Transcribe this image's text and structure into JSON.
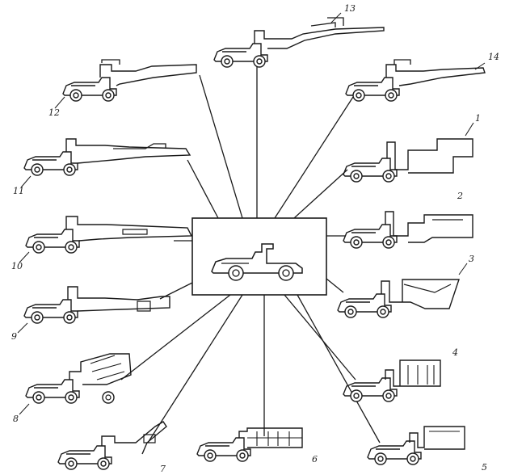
{
  "diagram": {
    "center": {
      "name": "base-carrier"
    },
    "machines": [
      {
        "id": "1",
        "label": "1",
        "attachment": "dump-body"
      },
      {
        "id": "2",
        "label": "2",
        "attachment": "platform-body"
      },
      {
        "id": "3",
        "label": "3",
        "attachment": "hopper-body"
      },
      {
        "id": "4",
        "label": "4",
        "attachment": "tank-body"
      },
      {
        "id": "5",
        "label": "5",
        "attachment": "box-body"
      },
      {
        "id": "6",
        "label": "6",
        "attachment": "rack-body"
      },
      {
        "id": "7",
        "label": "7",
        "attachment": "crane"
      },
      {
        "id": "8",
        "label": "8",
        "attachment": "concrete-mixer"
      },
      {
        "id": "9",
        "label": "9",
        "attachment": "boom-lift"
      },
      {
        "id": "10",
        "label": "10",
        "attachment": "drill-boom"
      },
      {
        "id": "11",
        "label": "11",
        "attachment": "drill-boom"
      },
      {
        "id": "12",
        "label": "12",
        "attachment": "drill-boom"
      },
      {
        "id": "13",
        "label": "13",
        "attachment": "drill-boom"
      },
      {
        "id": "14",
        "label": "14",
        "attachment": "drill-boom"
      }
    ]
  },
  "colors": {
    "ink": "#1a1a1a",
    "background": "#ffffff"
  }
}
